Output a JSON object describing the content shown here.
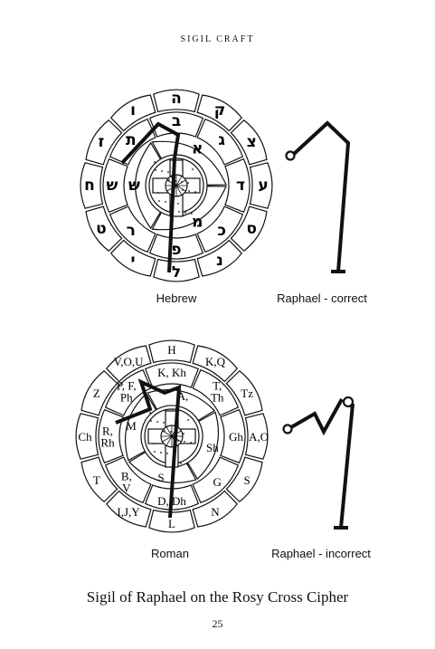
{
  "header": {
    "running_title": "SIGIL CRAFT"
  },
  "figures": {
    "hebrew": {
      "caption": "Hebrew",
      "outer_letters": [
        "ה",
        "ק",
        "צ",
        "ע",
        "ס",
        "נ",
        "ל",
        "י",
        "ט",
        "ח",
        "ז",
        "ו"
      ],
      "middle_letters": [
        "ב",
        "ג",
        "ד",
        "כ",
        "פ",
        "ר",
        "ש",
        "ת"
      ],
      "inner_letters": [
        "א",
        "מ",
        "ש"
      ]
    },
    "raphael_correct": {
      "caption": "Raphael - correct"
    },
    "roman": {
      "caption": "Roman",
      "outer_letters": [
        "H",
        "K,Q",
        "Tz",
        "A,O",
        "S",
        "N",
        "L",
        "I,J,Y",
        "T",
        "Ch",
        "Z",
        "V,O,U"
      ],
      "middle_letters": [
        "K, Kh",
        "T,\nTh",
        "Gh",
        "G",
        "D, Dh",
        "B,\nV",
        "R,\nRh",
        "P, F,\nPh"
      ],
      "inner_letters": [
        "A,",
        "Sh",
        "S",
        "M"
      ]
    },
    "raphael_incorrect": {
      "caption": "Raphael - incorrect"
    }
  },
  "caption": "Sigil of Raphael on the Rosy Cross Cipher",
  "page_number": "25"
}
